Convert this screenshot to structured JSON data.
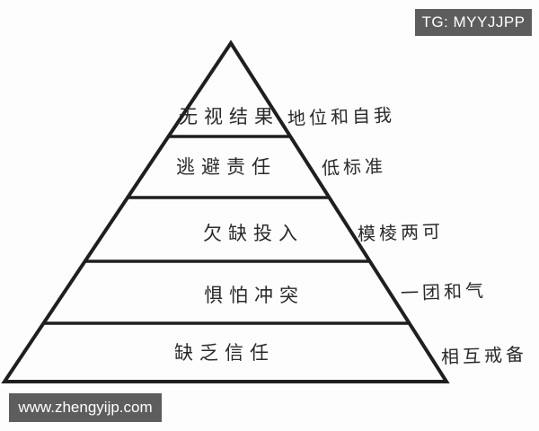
{
  "colors": {
    "line": "#1f1f1f",
    "ink": "#2a2a2a",
    "boxbg": "#5d5d5d",
    "boxfg": "#ffffff",
    "paper": "#fdfdfd"
  },
  "badge": {
    "text": "TG: MYYJJPP"
  },
  "watermark": {
    "text": "www.zhengyijp.com"
  },
  "pyramid": {
    "type": "pyramid-5-levels",
    "levels": [
      {
        "label": "无视结果",
        "side_label": "地位和自我"
      },
      {
        "label": "逃避责任",
        "side_label": "低标准"
      },
      {
        "label": "欠缺投入",
        "side_label": "模棱两可"
      },
      {
        "label": "惧怕冲突",
        "side_label": "一团和气"
      },
      {
        "label": "缺乏信任",
        "side_label": "相互戒备"
      }
    ]
  }
}
